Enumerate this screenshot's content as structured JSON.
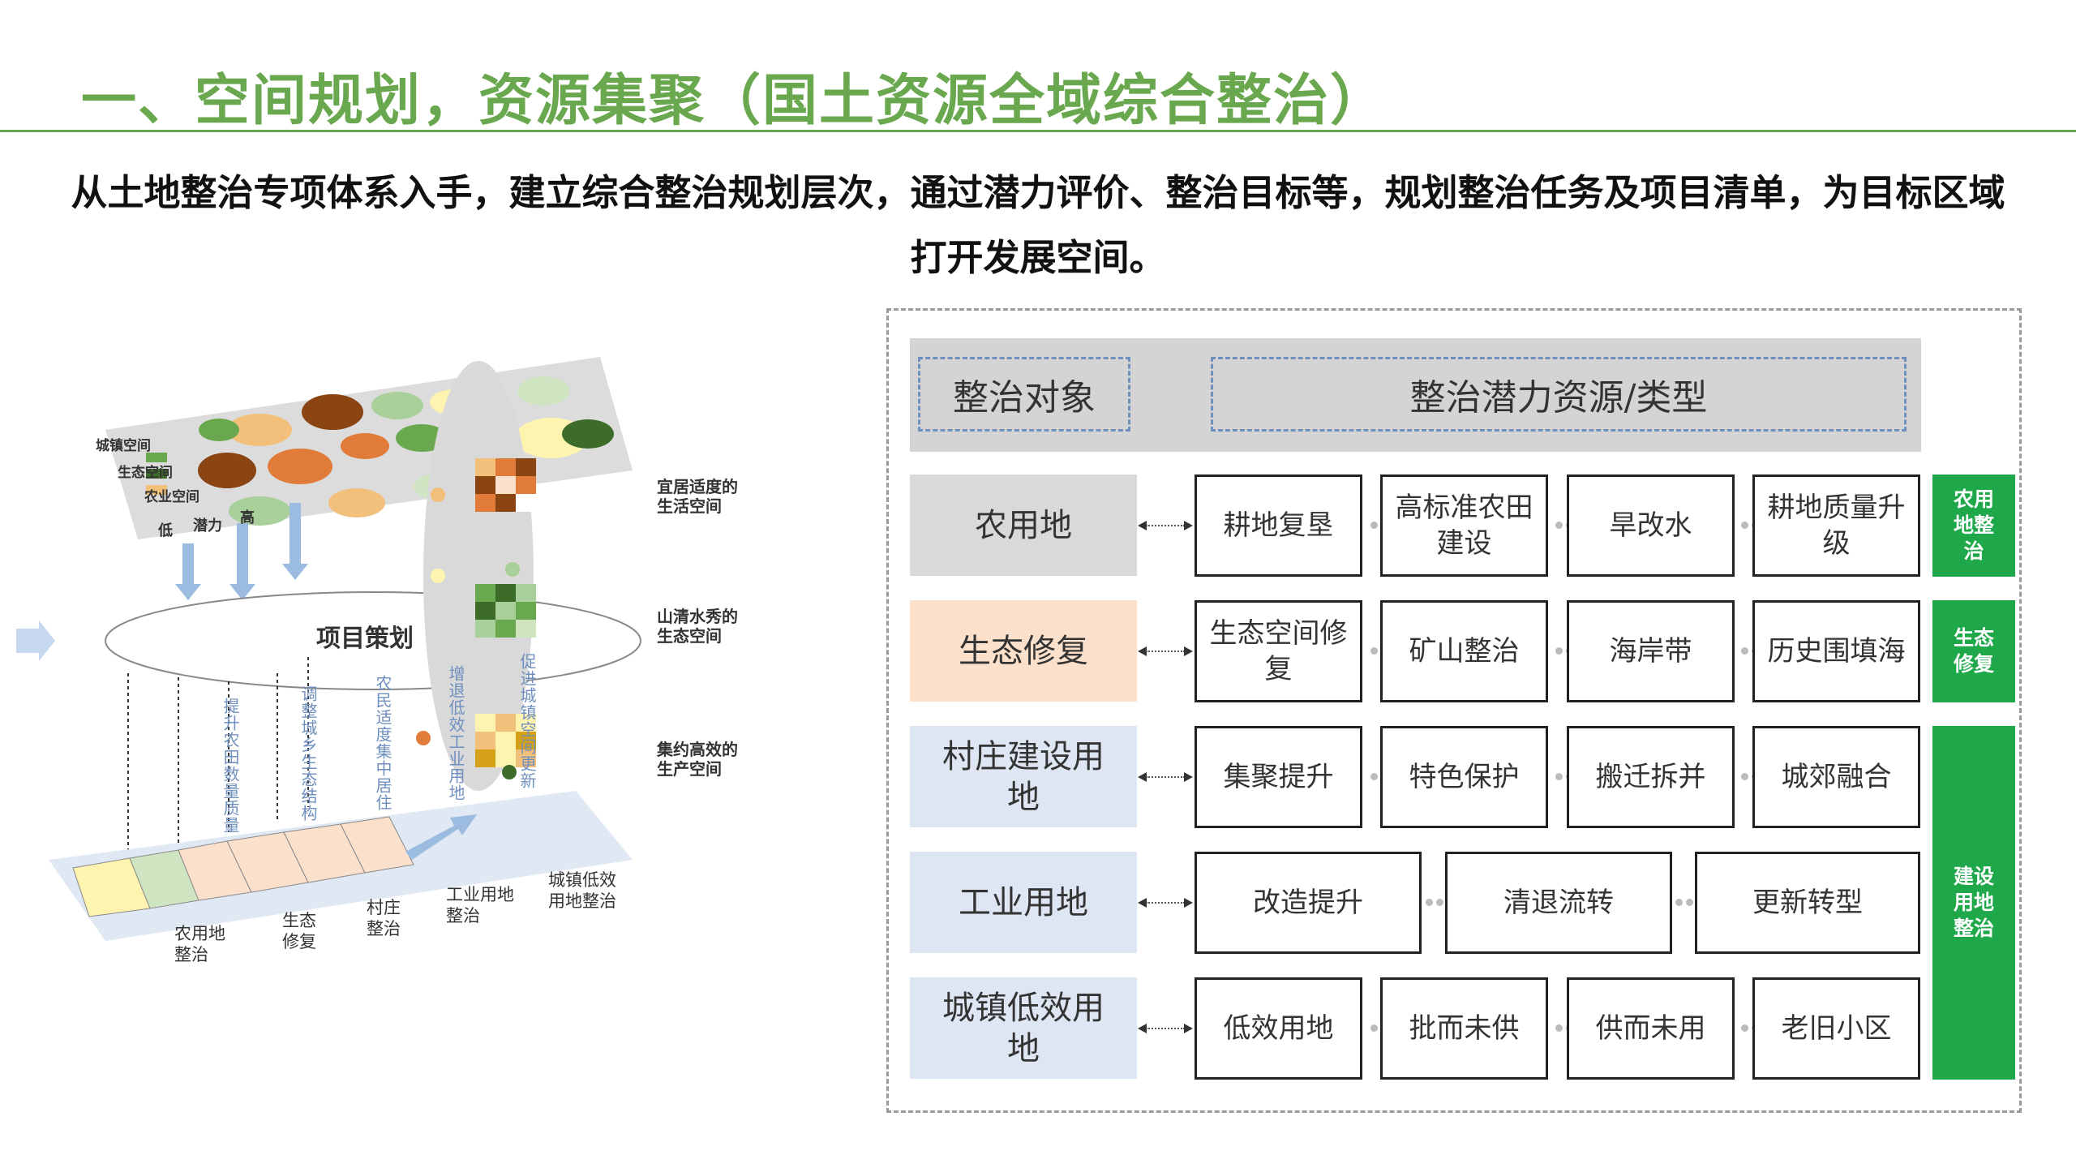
{
  "title": "一、空间规划，资源集聚（国土资源全域综合整治）",
  "subtitle": "从土地整治专项体系入手，建立综合整治规划层次，通过潜力评价、整治目标等，规划整治任务及项目清单，为目标区域打开发展空间。",
  "diagram": {
    "legend": [
      "城镇空间",
      "生态空间",
      "农业空间"
    ],
    "potential_axis": {
      "low": "低",
      "label": "潜力",
      "high": "高"
    },
    "ellipse_label": "项目策划",
    "vertical_labels": [
      "提升农田数量质量",
      "调整城乡生态结构",
      "农民适度集中居住",
      "增退低效工业用地",
      "促进城镇空间更新"
    ],
    "space_labels": [
      "宜居适度的生活空间",
      "山清水秀的生态空间",
      "集约高效的生产空间"
    ],
    "bottom_labels": [
      "农用地整治",
      "生态修复",
      "村庄整治",
      "工业用地整治",
      "城镇低效用地整治"
    ]
  },
  "table": {
    "header_left": "整治对象",
    "header_right": "整治潜力资源/类型",
    "rows": [
      {
        "category": "农用地",
        "items": [
          "耕地复垦",
          "高标准农田建设",
          "旱改水",
          "耕地质量升级"
        ]
      },
      {
        "category": "生态修复",
        "items": [
          "生态空间修复",
          "矿山整治",
          "海岸带",
          "历史围填海"
        ]
      },
      {
        "category": "村庄建设用地",
        "items": [
          "集聚提升",
          "特色保护",
          "搬迁拆并",
          "城郊融合"
        ]
      },
      {
        "category": "工业用地",
        "items": [
          "改造提升",
          "清退流转",
          "更新转型"
        ]
      },
      {
        "category": "城镇低效用地",
        "items": [
          "低效用地",
          "批而未供",
          "供而未用",
          "老旧小区"
        ]
      }
    ],
    "side_labels": [
      "农用地整治",
      "生态修复",
      "建设用地整治"
    ]
  },
  "colors": {
    "accent_green": "#6aa84f",
    "side_green": "#1fa84a",
    "cat_grey": "#d9d9d9",
    "cat_peach": "#fbe0cc",
    "cat_blue": "#dde6f2"
  }
}
